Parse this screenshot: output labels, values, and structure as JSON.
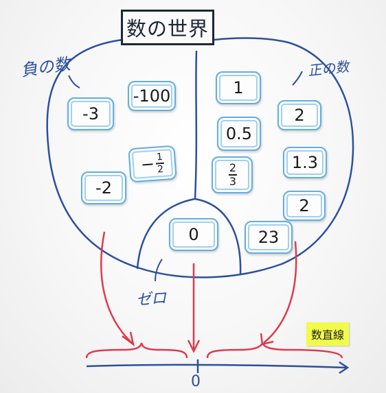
{
  "title": "数の世界",
  "labels": {
    "negative": "負の数",
    "positive": "正の数",
    "zero": "ゼロ",
    "origin": "0"
  },
  "sticky_note": "数直線",
  "cards": {
    "negative": [
      "-3",
      "-100",
      "-2"
    ],
    "negative_fraction": {
      "sign": "−",
      "numerator": "1",
      "denominator": "2"
    },
    "zero": "0",
    "positive": [
      "1",
      "0.5",
      "2",
      "1.3",
      "2",
      "23"
    ],
    "positive_fraction": {
      "numerator": "2",
      "denominator": "3"
    }
  },
  "colors": {
    "blue_ink": "#2a4fa0",
    "red_ink": "#e0394a",
    "card_border": "#62aee0",
    "sticky": "#f1fb4a"
  }
}
